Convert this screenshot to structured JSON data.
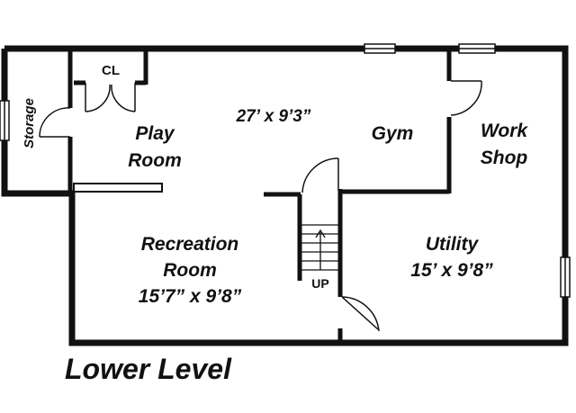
{
  "plan": {
    "level_title": "Lower Level",
    "rooms": {
      "storage": {
        "name": "Storage"
      },
      "closet": {
        "name": "CL"
      },
      "play_room": {
        "name_line1": "Play",
        "name_line2": "Room"
      },
      "main_dimension": "27’ x 9’3”",
      "gym": {
        "name": "Gym"
      },
      "work_shop": {
        "name_line1": "Work",
        "name_line2": "Shop"
      },
      "recreation_room": {
        "name_line1": "Recreation",
        "name_line2": "Room",
        "dimension": "15’7” x 9’8”"
      },
      "utility": {
        "name": "Utility",
        "dimension": "15’ x 9’8”"
      }
    },
    "stairs": {
      "label": "UP"
    },
    "colors": {
      "wall": "#111111",
      "background": "#ffffff"
    }
  }
}
